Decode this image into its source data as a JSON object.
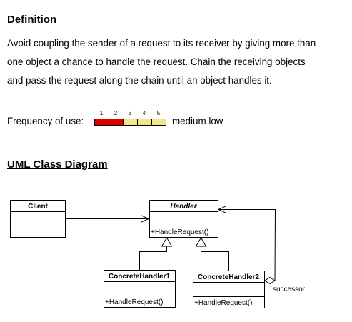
{
  "definition": {
    "heading": "Definition",
    "lines": [
      "Avoid coupling the sender of a request to its receiver by giving more than",
      "one object a chance to handle the request. Chain the receiving objects",
      "and pass the request along the chain until an object handles it."
    ]
  },
  "frequency": {
    "label": "Frequency of use:",
    "scale": [
      "1",
      "2",
      "3",
      "4",
      "5"
    ],
    "level": 2,
    "text": "medium low",
    "colors": {
      "filled": "#dd0000",
      "empty": "#f0e68c"
    }
  },
  "uml": {
    "heading": "UML Class Diagram",
    "classes": {
      "client": {
        "name": "Client"
      },
      "handler": {
        "name": "Handler",
        "method": "+HandleRequest()"
      },
      "concrete1": {
        "name": "ConcreteHandler1",
        "method": "+HandleRequest()"
      },
      "concrete2": {
        "name": "ConcreteHandler2",
        "method": "+HandleRequest()"
      }
    },
    "association_label": "successor"
  }
}
